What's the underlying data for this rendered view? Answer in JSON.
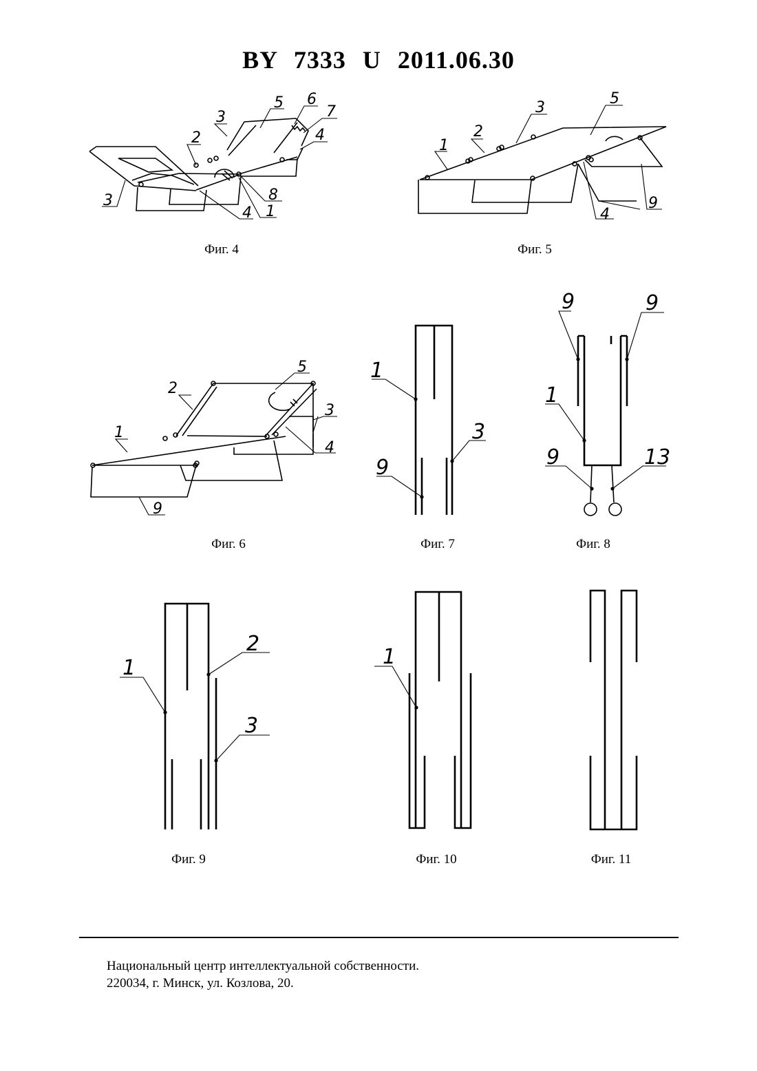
{
  "header": {
    "title": "BY 7333 U 2011.06.30"
  },
  "figures": {
    "fig4": {
      "caption": "Фиг. 4",
      "labels": [
        "5",
        "6",
        "3",
        "7",
        "2",
        "4",
        "8",
        "3",
        "4",
        "1"
      ]
    },
    "fig5": {
      "caption": "Фиг. 5",
      "labels": [
        "5",
        "3",
        "2",
        "1",
        "9",
        "4"
      ]
    },
    "fig6": {
      "caption": "Фиг. 6",
      "labels": [
        "5",
        "2",
        "3",
        "1",
        "4",
        "9"
      ]
    },
    "fig7": {
      "caption": "Фиг. 7",
      "labels": [
        "1",
        "3",
        "9"
      ]
    },
    "fig8": {
      "caption": "Фиг. 8",
      "labels": [
        "9",
        "9",
        "1",
        "9",
        "13"
      ]
    },
    "fig9": {
      "caption": "Фиг. 9",
      "labels": [
        "2",
        "1",
        "3"
      ]
    },
    "fig10": {
      "caption": "Фиг. 10",
      "labels": [
        "1"
      ]
    },
    "fig11": {
      "caption": "Фиг. 11",
      "labels": []
    }
  },
  "footer": {
    "line1": "Национальный центр интеллектуальной собственности.",
    "line2": "220034, г. Минск, ул. Козлова, 20."
  }
}
